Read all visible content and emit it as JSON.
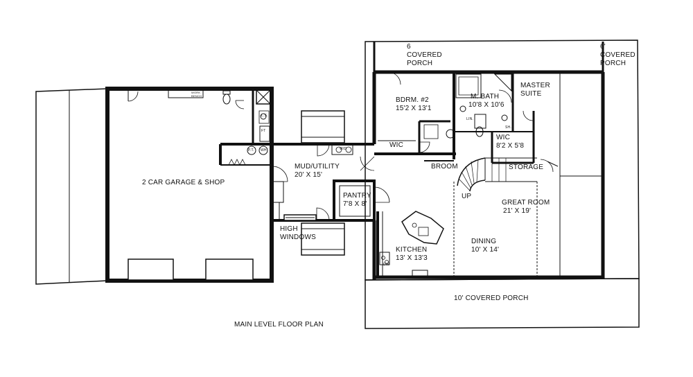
{
  "plan_title": "MAIN LEVEL FLOOR PLAN",
  "rooms": [
    {
      "id": "covered-porch-top",
      "name": "6\nCOVERED\nPORCH"
    },
    {
      "id": "covered-porch-right",
      "name": "6'\nCOVERED\nPORCH"
    },
    {
      "id": "bedroom-2",
      "name": "BDRM. #2",
      "size": "15'2 X 13'1"
    },
    {
      "id": "master-bath",
      "name": "M. BATH",
      "size": "10'8 X 10'6"
    },
    {
      "id": "master-suite",
      "name": "MASTER\nSUITE"
    },
    {
      "id": "wic-bedroom",
      "name": "WIC"
    },
    {
      "id": "wic-master",
      "name": "WIC",
      "size": "8'2 X 5'8"
    },
    {
      "id": "broom",
      "name": "BROOM"
    },
    {
      "id": "storage",
      "name": "STORAGE"
    },
    {
      "id": "up-stair",
      "name": "UP"
    },
    {
      "id": "garage-shop",
      "name": "2 CAR GARAGE & SHOP"
    },
    {
      "id": "mud-utility",
      "name": "MUD/UTILITY",
      "size": "20' X 15'"
    },
    {
      "id": "pantry",
      "name": "PANTRY",
      "size": "7'8 X 8'"
    },
    {
      "id": "great-room",
      "name": "GREAT ROOM",
      "size": "21' X 19'"
    },
    {
      "id": "high-windows",
      "name": "HIGH\nWINDOWS"
    },
    {
      "id": "dining",
      "name": "DINING",
      "size": "10' X 14'"
    },
    {
      "id": "kitchen",
      "name": "KITCHEN",
      "size": "13' X 13'3"
    },
    {
      "id": "covered-porch-bottom",
      "name": "10' COVERED PORCH"
    }
  ],
  "fixtures": {
    "work_bench": "WORK\nBENCH",
    "ft": "FT",
    "dw": "DW",
    "pt": "P.T.",
    "wh": "WH",
    "ls": "L.S.",
    "lin": "LIN.",
    "sh": "SH.",
    "wd": "W/D"
  }
}
